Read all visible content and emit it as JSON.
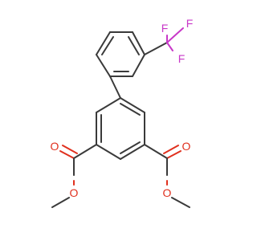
{
  "molecule": {
    "atoms": {
      "f1": {
        "symbol": "F",
        "color": "#c838c8"
      },
      "f2": {
        "symbol": "F",
        "color": "#c838c8"
      },
      "f3": {
        "symbol": "F",
        "color": "#c838c8"
      },
      "o1": {
        "symbol": "O",
        "color": "#e0301e"
      },
      "o2": {
        "symbol": "O",
        "color": "#e0301e"
      },
      "o3": {
        "symbol": "O",
        "color": "#e0301e"
      },
      "o4": {
        "symbol": "O",
        "color": "#e0301e"
      }
    },
    "bond_color": "#3a3a3a"
  }
}
